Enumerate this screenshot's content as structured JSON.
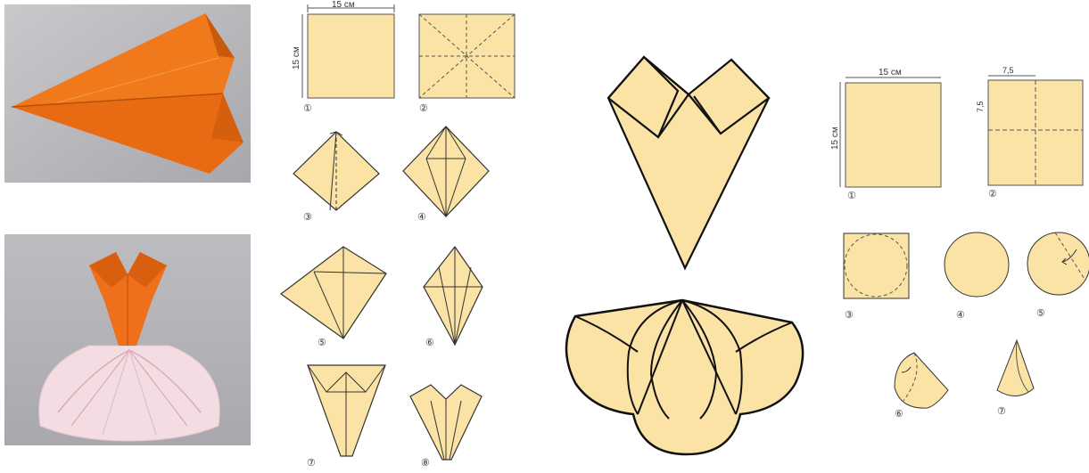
{
  "steps_a": {
    "width_label": "15 см",
    "height_label": "15 см",
    "step1": "①",
    "step2": "②",
    "step3": "③",
    "step4": "④",
    "step5": "⑤",
    "step6": "⑥",
    "step7": "⑦",
    "step8": "⑧"
  },
  "steps_c": {
    "width_label": "15 см",
    "height_label": "15 см",
    "half_w_label": "7,5",
    "half_h_label": "7,5",
    "step1": "①",
    "step2": "②",
    "step3": "③",
    "step4": "④",
    "step5": "⑤",
    "step6": "⑥",
    "step7": "⑦"
  },
  "colors": {
    "paper": "#fbe3a6",
    "outline": "#1a1a1a",
    "orange": "#f07a1e",
    "skirt_pink": "#f2d6de"
  }
}
